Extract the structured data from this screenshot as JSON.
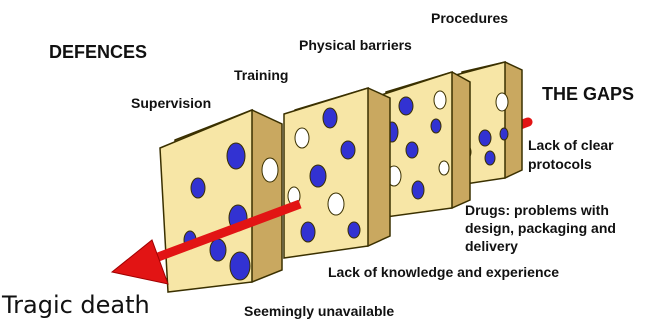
{
  "labels": {
    "defences": "DEFENCES",
    "the_gaps": "THE GAPS",
    "supervision": "Supervision",
    "training": "Training",
    "physical_barriers": "Physical barriers",
    "procedures": "Procedures",
    "lack_protocols_1": "Lack of clear",
    "lack_protocols_2": "protocols",
    "drugs_1": "Drugs: problems with",
    "drugs_2": "design, packaging and",
    "drugs_3": "delivery",
    "lack_knowledge": "Lack of knowledge and experience",
    "seemingly_unavailable": "Seemingly unavailable",
    "tragic_death": "Tragic death"
  },
  "colors": {
    "cheese_face": "#f7e6a6",
    "cheese_side": "#c9a860",
    "cheese_outline": "#3a3000",
    "hole": "#3232d2",
    "arrow": "#e21414"
  }
}
